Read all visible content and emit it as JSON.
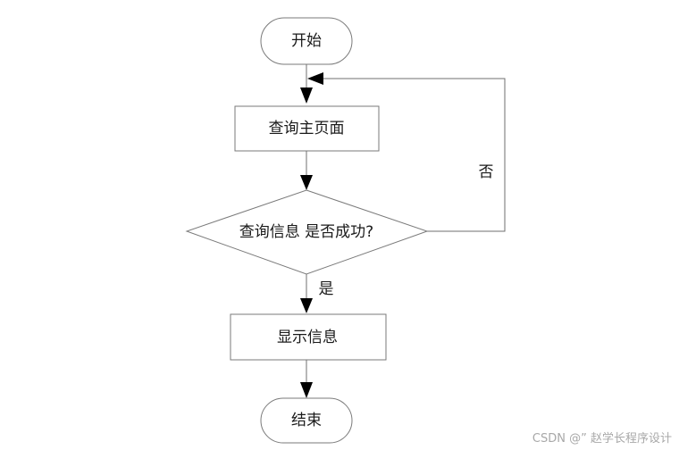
{
  "nodes": {
    "start": "开始",
    "query_home": "查询主页面",
    "decision": "查询信息 是否成功?",
    "show_info": "显示信息",
    "end": "结束"
  },
  "edges": {
    "yes_label": "是",
    "no_label": "否"
  },
  "watermark": "CSDN @” 赵学长程序设计"
}
